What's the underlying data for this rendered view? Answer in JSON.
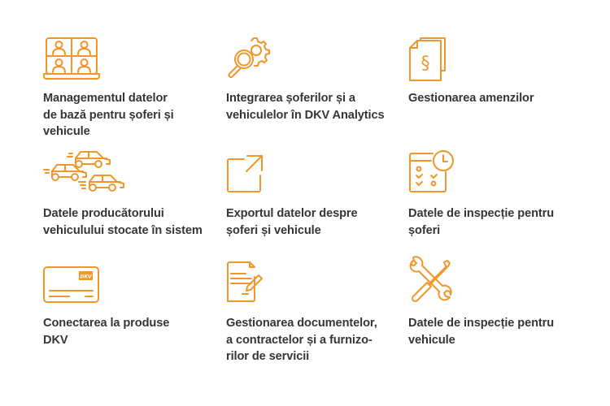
{
  "theme": {
    "accent": "#f0962b",
    "text": "#363636",
    "background": "#ffffff"
  },
  "features": [
    {
      "icon": "video-conference-grid-icon",
      "label_lines": [
        "Managementul datelor",
        "de bază pentru șoferi și",
        "vehicule"
      ]
    },
    {
      "icon": "gear-magnifier-icon",
      "label_lines": [
        "Integrarea șoferilor și a",
        "vehiculelor în DKV Analytics"
      ]
    },
    {
      "icon": "legal-documents-icon",
      "label_lines": [
        "Gestionarea amenzilor"
      ]
    },
    {
      "icon": "moving-cars-icon",
      "label_lines": [
        "Datele producătorului",
        "vehiculului stocate în sistem"
      ]
    },
    {
      "icon": "export-arrow-icon",
      "label_lines": [
        "Exportul datelor despre",
        "șoferi și vehicule"
      ]
    },
    {
      "icon": "checklist-clock-icon",
      "label_lines": [
        "Datele de inspecție pentru",
        "șoferi"
      ]
    },
    {
      "icon": "dkv-card-icon",
      "label_lines": [
        "Conectarea la produse",
        "DKV"
      ],
      "card_logo": "DKV"
    },
    {
      "icon": "document-signature-icon",
      "label_lines": [
        "Gestionarea documentelor,",
        "a contractelor și a furnizo-",
        "rilor de servicii"
      ]
    },
    {
      "icon": "wrench-screwdriver-icon",
      "label_lines": [
        "Datele de inspecție pentru",
        "vehicule"
      ]
    }
  ]
}
